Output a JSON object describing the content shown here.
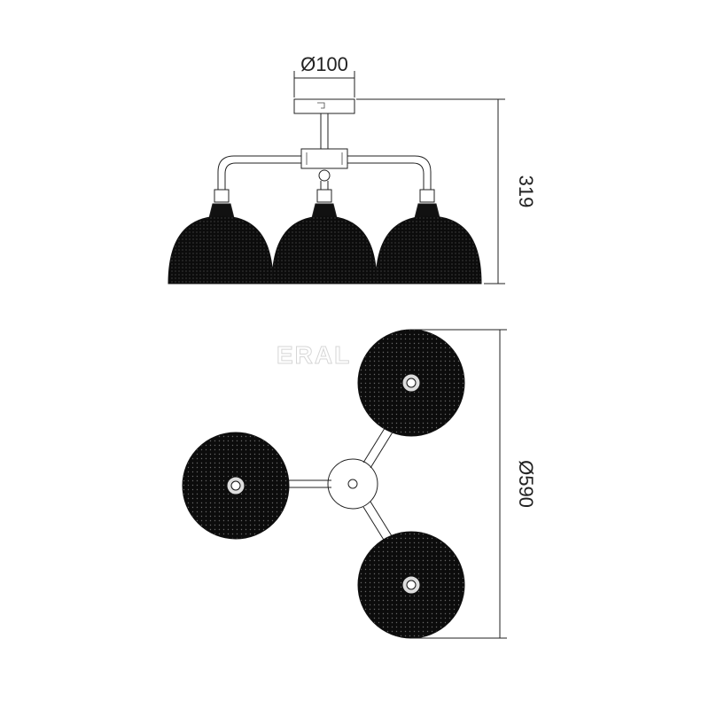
{
  "drawing": {
    "top_width_label": "Ø100",
    "height_label": "319",
    "diameter_label": "Ø590",
    "watermark_text": "ERAL"
  },
  "colors": {
    "line": "#222222",
    "shade_fill": "#0c0c0c",
    "watermark": "#d6d6d6"
  }
}
